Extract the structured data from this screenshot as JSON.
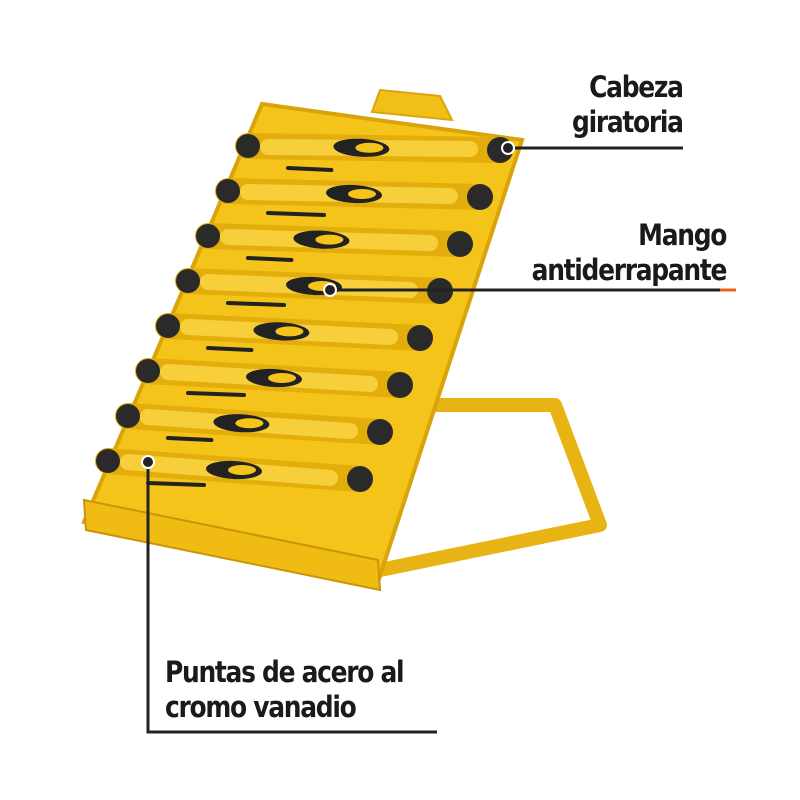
{
  "product": {
    "name": "screwdriver-set-case",
    "case_color": "#f5c41a",
    "handle_color": "#222222"
  },
  "callouts": [
    {
      "line1": "Cabeza",
      "line2": "giratoria"
    },
    {
      "line1": "Mango",
      "line2": "antiderrapante"
    },
    {
      "line1": "Puntas de acero al",
      "line2": "cromo vanadio"
    }
  ],
  "colors": {
    "text": "#1a1a1a",
    "line": "#222222",
    "accent": "#e8601c"
  }
}
